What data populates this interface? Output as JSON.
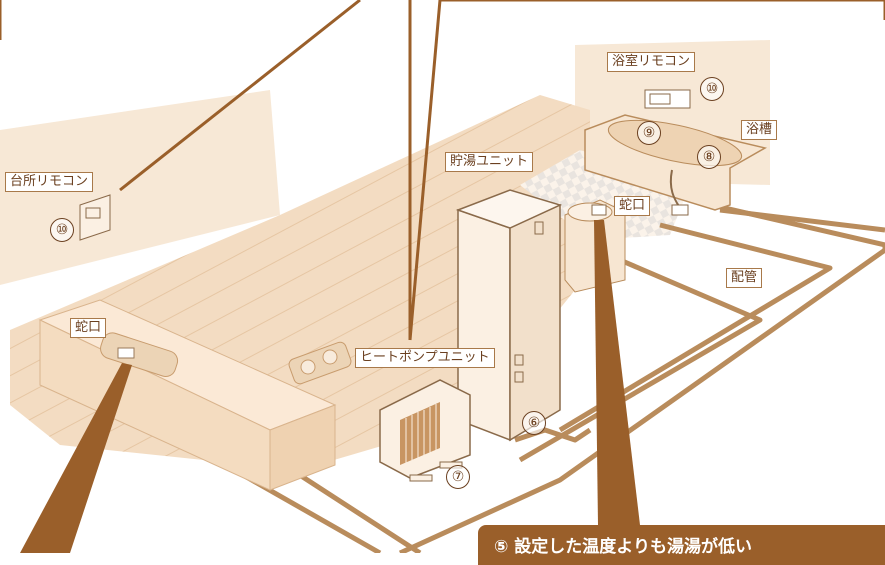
{
  "labels": {
    "bathroom_remote": "浴室リモコン",
    "bathtub": "浴槽",
    "kitchen_remote": "台所リモコン",
    "hot_water_tank_unit": "貯湯ユニット",
    "faucet_bath": "蛇口",
    "faucet_kitchen": "蛇口",
    "piping": "配管",
    "heat_pump_unit": "ヒートポンプユニット"
  },
  "markers": {
    "bath_remote": "⑩",
    "tub_inner": "⑨",
    "tub_outlet": "⑧",
    "kitchen_remote": "⑩",
    "tank_pipe": "⑥",
    "heat_pump": "⑦"
  },
  "callout": {
    "text": "⑤ 設定した温度よりも湯湯が低い"
  },
  "colors": {
    "accent_brown": "#9a5f2a",
    "pipe": "#b98c5c",
    "floor": "#f3dcc2",
    "wall": "#f7e8d6",
    "outline": "#a8794a"
  }
}
